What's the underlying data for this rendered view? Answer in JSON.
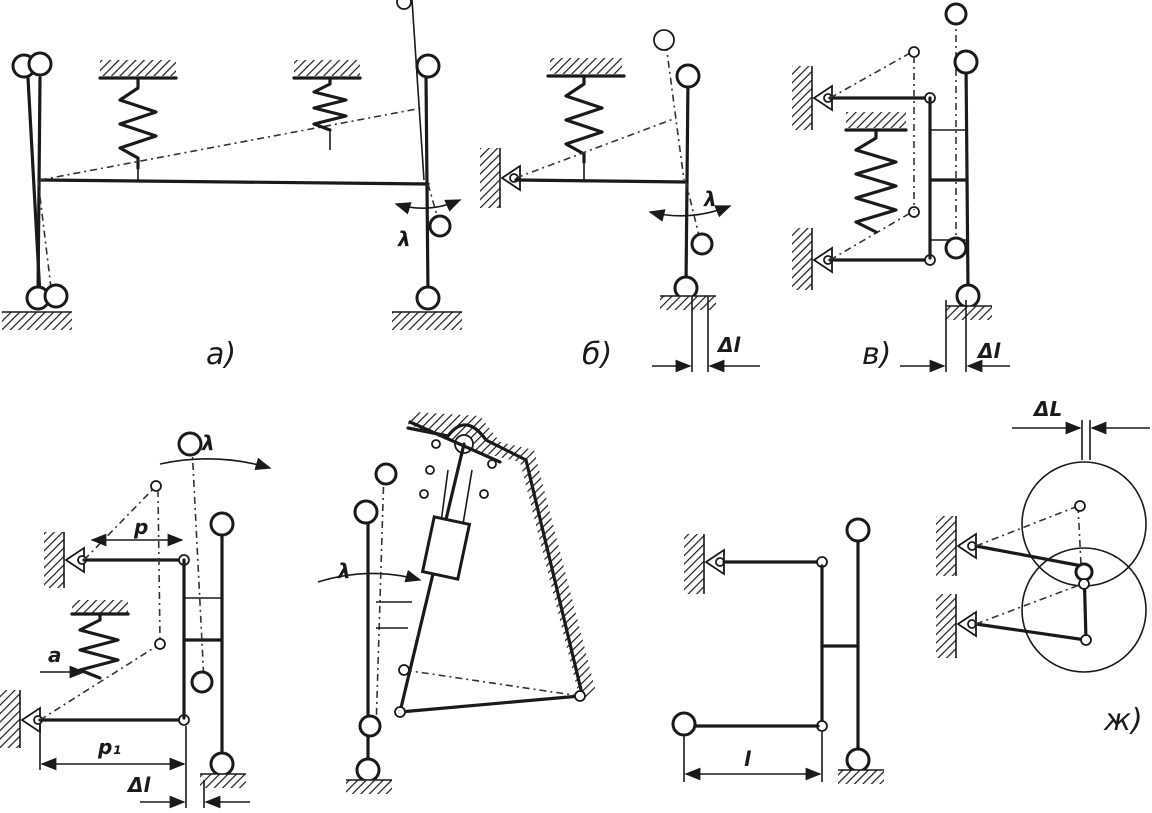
{
  "figure": {
    "panels": [
      {
        "id": "a",
        "caption": "а)",
        "symbols": [
          "λ"
        ]
      },
      {
        "id": "b",
        "caption": "б)",
        "symbols": [
          "λ",
          "Δl"
        ]
      },
      {
        "id": "v",
        "caption": "в)",
        "symbols": [
          "Δl"
        ]
      },
      {
        "id": "g",
        "caption": "",
        "symbols": [
          "λ",
          "p",
          "a",
          "p₁",
          "Δl"
        ]
      },
      {
        "id": "d",
        "caption": "",
        "symbols": [
          "λ"
        ]
      },
      {
        "id": "e",
        "caption": "",
        "symbols": [
          "l"
        ]
      },
      {
        "id": "zh",
        "caption": "ж)",
        "symbols": [
          "ΔL"
        ]
      }
    ]
  },
  "colors": {
    "ink": "#1a1a1a",
    "paper": "#ffffff"
  }
}
